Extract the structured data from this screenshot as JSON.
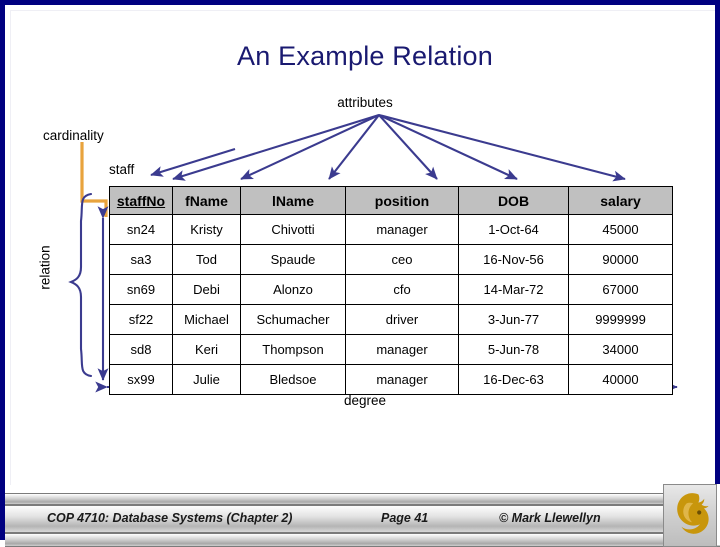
{
  "slide": {
    "title": "An Example Relation",
    "border_color": "#000080",
    "title_color": "#191970"
  },
  "annotations": {
    "attributes": "attributes",
    "cardinality": "cardinality",
    "relation": "relation",
    "degree": "degree",
    "table_name": "staff",
    "arrow_color": "#3b3b8f",
    "cardinality_line_color": "#e8a33d"
  },
  "table": {
    "header_bg": "#c0c0c0",
    "primary_key": "staffNo",
    "columns": [
      "staffNo",
      "fName",
      "lName",
      "position",
      "DOB",
      "salary"
    ],
    "rows": [
      [
        "sn24",
        "Kristy",
        "Chivotti",
        "manager",
        "1-Oct-64",
        "45000"
      ],
      [
        "sa3",
        "Tod",
        "Spaude",
        "ceo",
        "16-Nov-56",
        "90000"
      ],
      [
        "sn69",
        "Debi",
        "Alonzo",
        "cfo",
        "14-Mar-72",
        "67000"
      ],
      [
        "sf22",
        "Michael",
        "Schumacher",
        "driver",
        "3-Jun-77",
        "9999999"
      ],
      [
        "sd8",
        "Keri",
        "Thompson",
        "manager",
        "5-Jun-78",
        "34000"
      ],
      [
        "sx99",
        "Julie",
        "Bledsoe",
        "manager",
        "16-Dec-63",
        "40000"
      ]
    ]
  },
  "footer": {
    "course": "COP 4710: Database Systems  (Chapter 2)",
    "page": "Page 41",
    "copyright": "© Mark Llewellyn",
    "logo": "ucf-pegasus-logo",
    "logo_color": "#c8960c"
  }
}
